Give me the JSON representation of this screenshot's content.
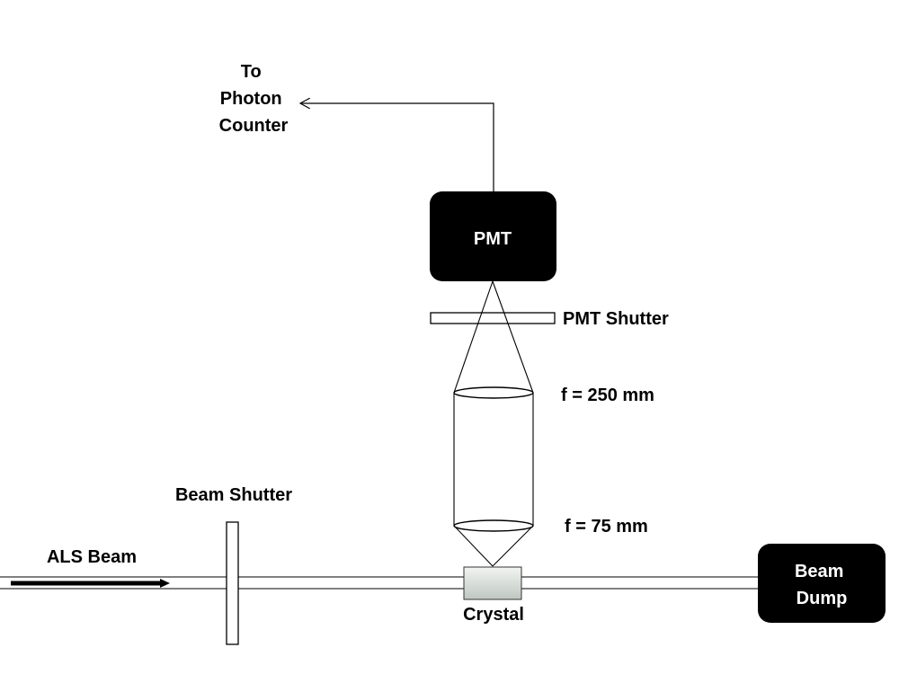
{
  "labels": {
    "to_photon_counter": [
      "To",
      "Photon",
      "Counter"
    ],
    "pmt": "PMT",
    "pmt_shutter": "PMT Shutter",
    "lens_top_focal": "f = 250 mm",
    "lens_bottom_focal": "f = 75 mm",
    "beam_shutter": "Beam Shutter",
    "als_beam": "ALS Beam",
    "crystal": "Crystal",
    "beam_dump": [
      "Beam",
      "Dump"
    ]
  },
  "colors": {
    "line": "#000000",
    "box_fill": "#000000",
    "box_text": "#ffffff",
    "crystal_fill_top": "#f2f4f2",
    "crystal_fill_bottom": "#bfc7c0"
  }
}
